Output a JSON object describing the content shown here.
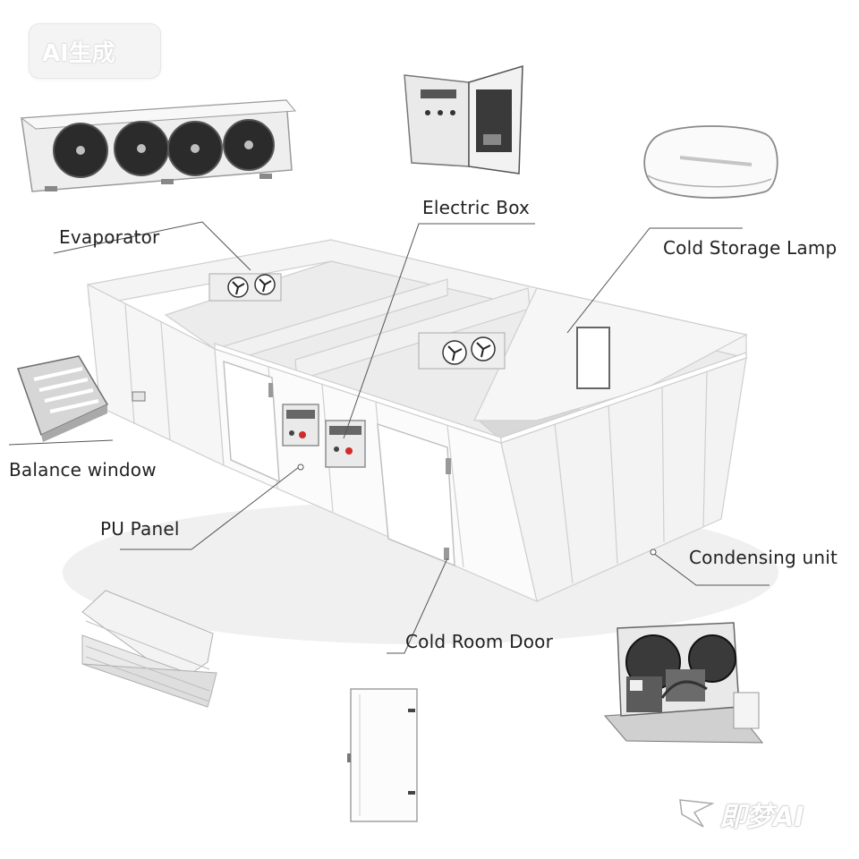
{
  "watermark_top": "AI生成",
  "watermark_bottom": "即梦AI",
  "labels": {
    "evaporator": "Evaporator",
    "electric_box": "Electric Box",
    "cold_storage_lamp": "Cold Storage Lamp",
    "balance_window": "Balance window",
    "pu_panel": "PU Panel",
    "condensing_unit": "Condensing unit",
    "cold_room_door": "Cold Room Door"
  },
  "colors": {
    "panel": "#f7f7f7",
    "panel_shade": "#e9e9e9",
    "line": "#555555",
    "dark": "#2b2b2b",
    "accent_red": "#d12b2b"
  }
}
